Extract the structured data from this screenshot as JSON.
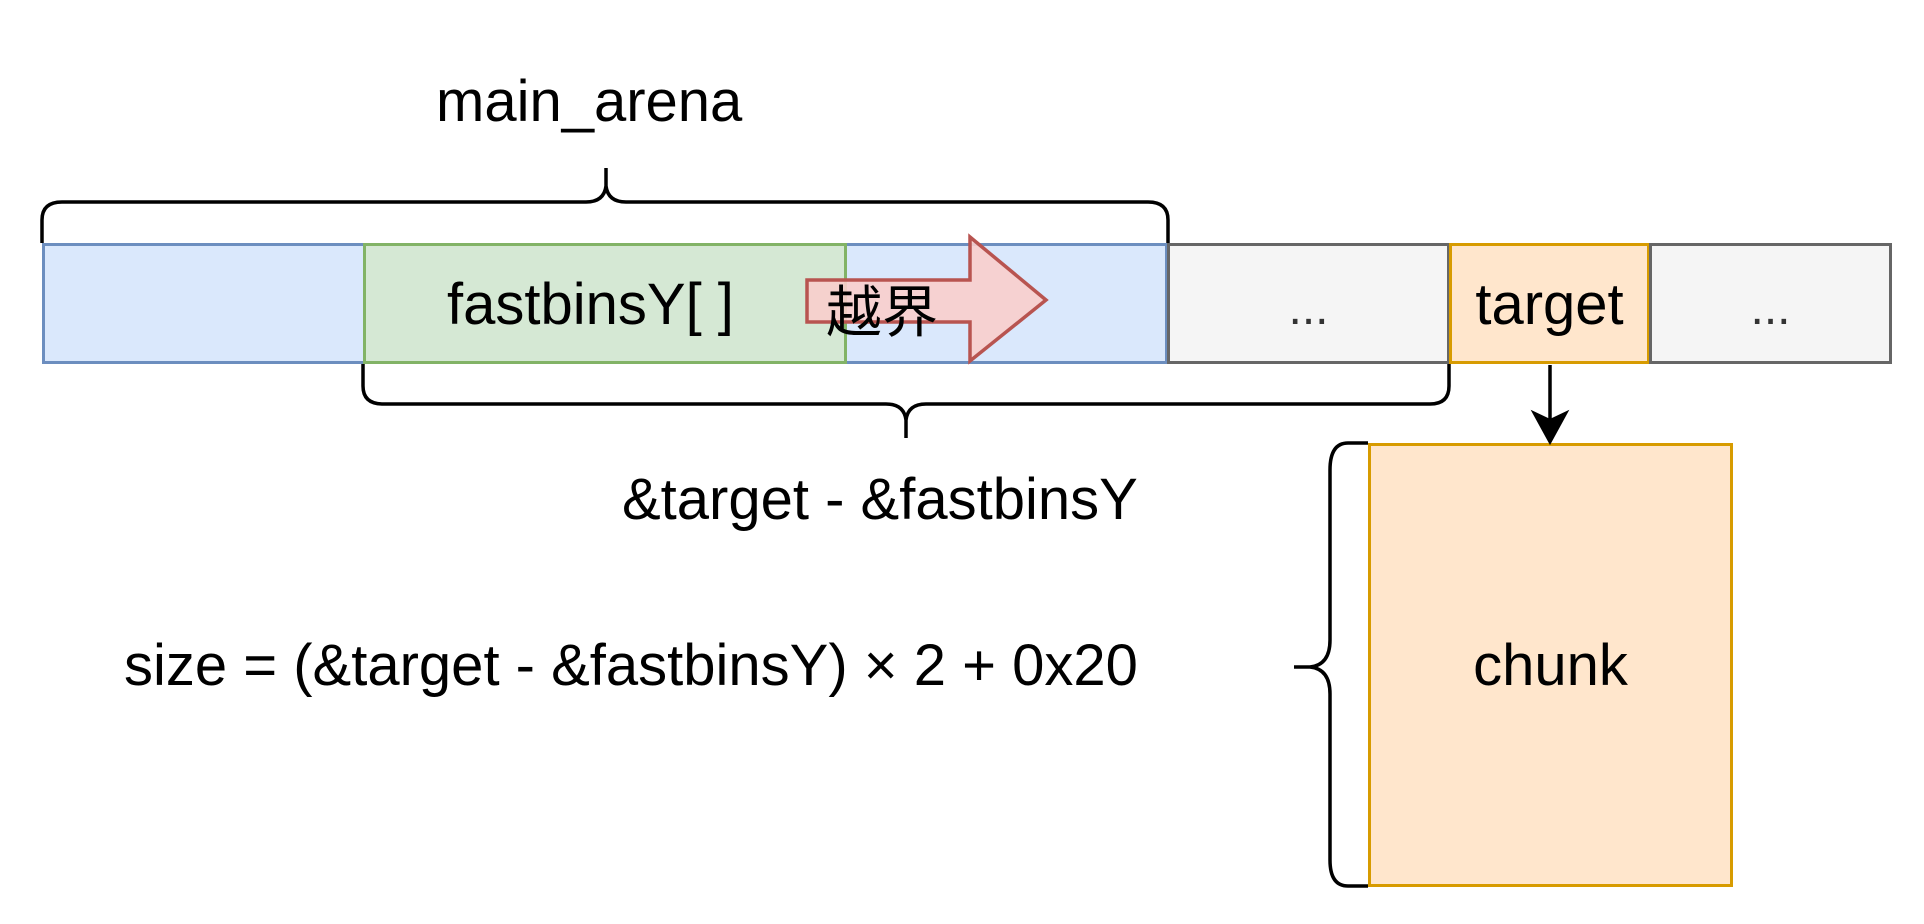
{
  "diagram": {
    "labels": {
      "main_arena": "main_arena",
      "offset": "&target - &fastbinsY",
      "size_formula": "size = (&target - &fastbinsY) × 2 + 0x20",
      "overflow": "越界"
    },
    "cells": {
      "fastbins": "fastbinsY[ ]",
      "gap1": "...",
      "target": "target",
      "gap2": "..."
    },
    "chunk": {
      "label": "chunk"
    }
  },
  "colors": {
    "blue_fill": "#dae8fc",
    "blue_stroke": "#6c8ebf",
    "green_fill": "#d5e8d4",
    "green_stroke": "#82b366",
    "gray_fill": "#f5f5f5",
    "gray_stroke": "#666666",
    "orange_fill": "#ffe6cc",
    "orange_stroke": "#d79b00",
    "red_fill": "#f8cecc",
    "red_stroke": "#b85450"
  }
}
